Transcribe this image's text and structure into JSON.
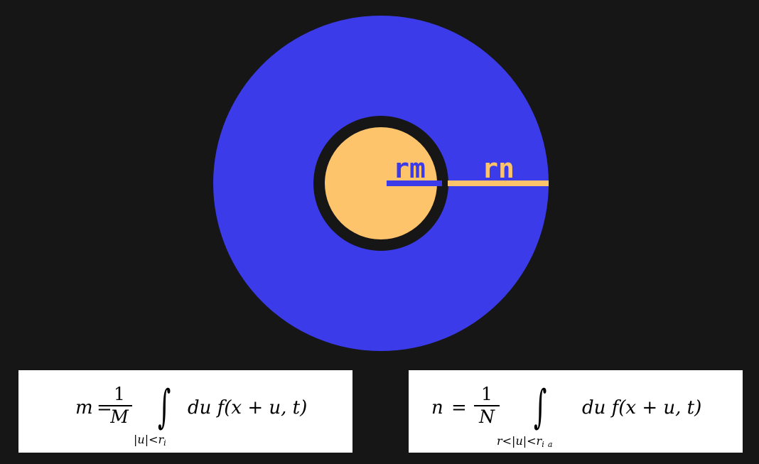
{
  "diagram": {
    "inner_label": "rm",
    "outer_label": "rn",
    "colors": {
      "background": "#161616",
      "outer_disk": "#3c3be9",
      "inner_disk": "#fec46c",
      "gap_ring": "#161616"
    }
  },
  "formulas": {
    "left": {
      "lhs": "m",
      "equals": "=",
      "numerator": "1",
      "denominator": "M",
      "integral": "∫",
      "subscript": "|u|<r",
      "subscript_index": "i",
      "integrand": "du f(x + u, t)"
    },
    "right": {
      "lhs": "n",
      "equals": "=",
      "numerator": "1",
      "denominator": "N",
      "integral": "∫",
      "subscript": "r<|u|<r",
      "subscript_index_1": "i",
      "subscript_index_2": "a",
      "integrand": "du f(x + u, t)"
    }
  }
}
